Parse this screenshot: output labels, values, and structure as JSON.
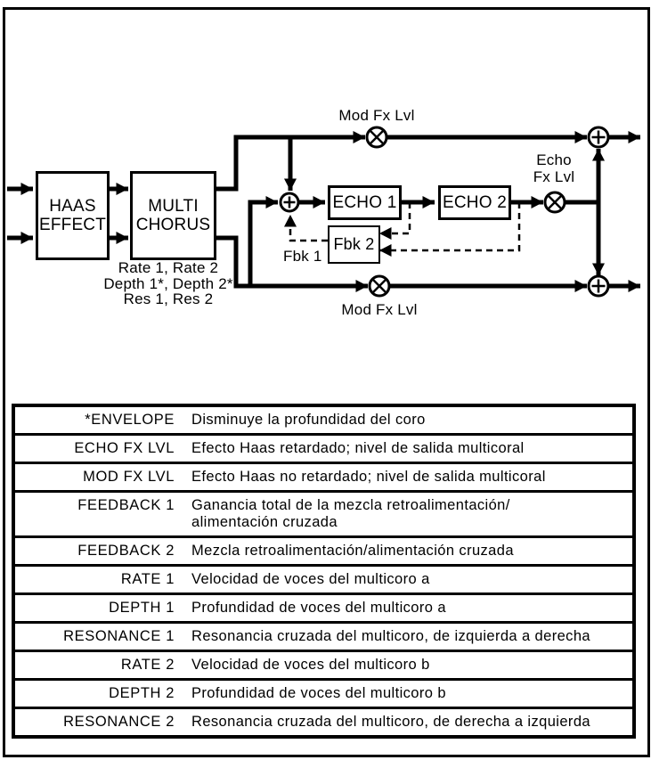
{
  "diagram": {
    "boxes": {
      "haas": {
        "line1": "HAAS",
        "line2": "EFFECT"
      },
      "multi": {
        "line1": "MULTI",
        "line2": "CHORUS"
      },
      "echo1": {
        "label": "ECHO 1"
      },
      "echo2": {
        "label": "ECHO 2"
      },
      "fbk2": {
        "label": "Fbk 2"
      }
    },
    "labels": {
      "mod_fx_top": "Mod Fx Lvl",
      "mod_fx_bottom": "Mod Fx Lvl",
      "echo_fx_line1": "Echo",
      "echo_fx_line2": "Fx Lvl",
      "fbk1": "Fbk 1",
      "params_line1": "Rate 1, Rate 2",
      "params_line2": "Depth 1*, Depth 2*",
      "params_line3": "Res 1, Res 2"
    }
  },
  "table": {
    "rows": [
      {
        "param": "*ENVELOPE",
        "description": "Disminuye la profundidad del coro"
      },
      {
        "param": "ECHO FX LVL",
        "description": "Efecto Haas retardado; nivel de salida multicoral"
      },
      {
        "param": "MOD FX LVL",
        "description": "Efecto Haas no retardado; nivel de salida multicoral"
      },
      {
        "param": "FEEDBACK 1",
        "description": "Ganancia total de la mezcla retroalimentación/\nalimentación cruzada"
      },
      {
        "param": "FEEDBACK 2",
        "description": "Mezcla retroalimentación/alimentación cruzada"
      },
      {
        "param": "RATE 1",
        "description": "Velocidad de voces del multicoro a"
      },
      {
        "param": "DEPTH 1",
        "description": "Profundidad de voces del multicoro a"
      },
      {
        "param": "RESONANCE 1",
        "description": "Resonancia cruzada del multicoro, de izquierda a derecha"
      },
      {
        "param": "RATE 2",
        "description": "Velocidad de voces del multicoro b"
      },
      {
        "param": "DEPTH 2",
        "description": "Profundidad de voces del multicoro b"
      },
      {
        "param": "RESONANCE 2",
        "description": "Resonancia cruzada del multicoro, de derecha a izquierda"
      }
    ]
  },
  "colors": {
    "ink": "#000000",
    "paper": "#ffffff"
  }
}
